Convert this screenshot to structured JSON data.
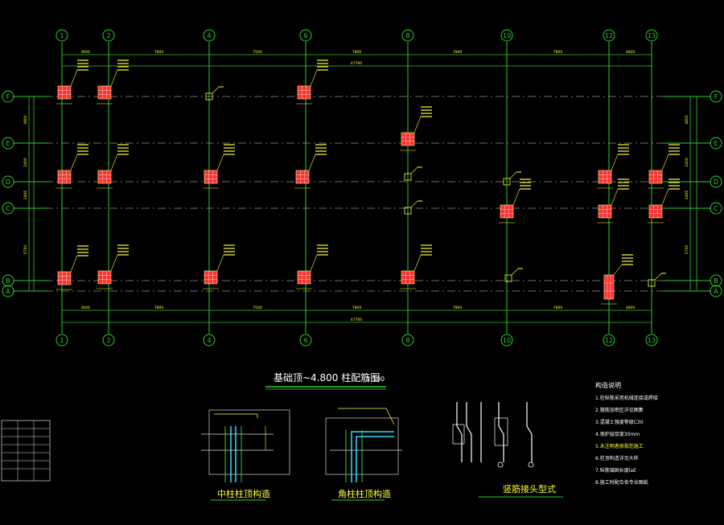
{
  "drawing": {
    "title": "基础顶~4.800  柱配筋图",
    "scale": "1:100",
    "grid_x_labels": [
      "1",
      "2",
      "4",
      "6",
      "8",
      "10",
      "12",
      "13"
    ],
    "grid_y_labels": [
      "F",
      "E",
      "D",
      "C",
      "B",
      "A"
    ],
    "top_dims": [
      "3600",
      "7800",
      "7500",
      "7800",
      "7800",
      "7800",
      "3600"
    ],
    "total_dim": "47700",
    "side_dims": [
      "4800",
      "2400",
      "2400",
      "5700"
    ]
  },
  "details": {
    "middle_col_label": "中柱柱顶构造",
    "corner_col_label": "角柱柱顶构造",
    "splice_label": "竖筋接头型式"
  },
  "notes": {
    "title": "构造说明",
    "lines": [
      "1.柱纵筋采用机械连接或焊接",
      "2.箍筋加密区详见图集",
      "3.混凝土强度等级C30",
      "4.保护层厚度30mm",
      "5.未注明者按规范施工",
      "6.柱顶构造详见大样",
      "7.纵筋锚固长度laE",
      "8.施工时配合各专业图纸"
    ]
  },
  "colors": {
    "grid": "#2ecc2e",
    "column": "#ff3030",
    "annotation": "#ffff33",
    "white_line": "#d8d8d8",
    "circle": "#2ecc2e"
  }
}
